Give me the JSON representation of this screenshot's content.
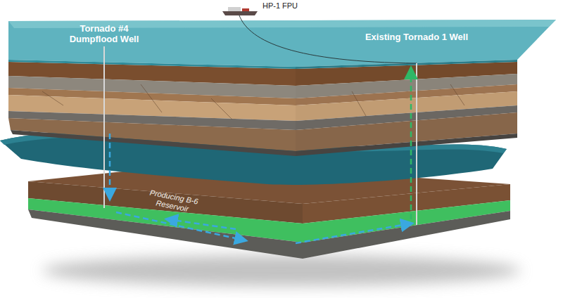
{
  "diagram": {
    "labels": [
      "HP-1 FPU",
      "Tornado #4 Dumpflood Well",
      "Existing Tornado 1 Well",
      "Producing B-6 Reservoir"
    ]
  }
}
